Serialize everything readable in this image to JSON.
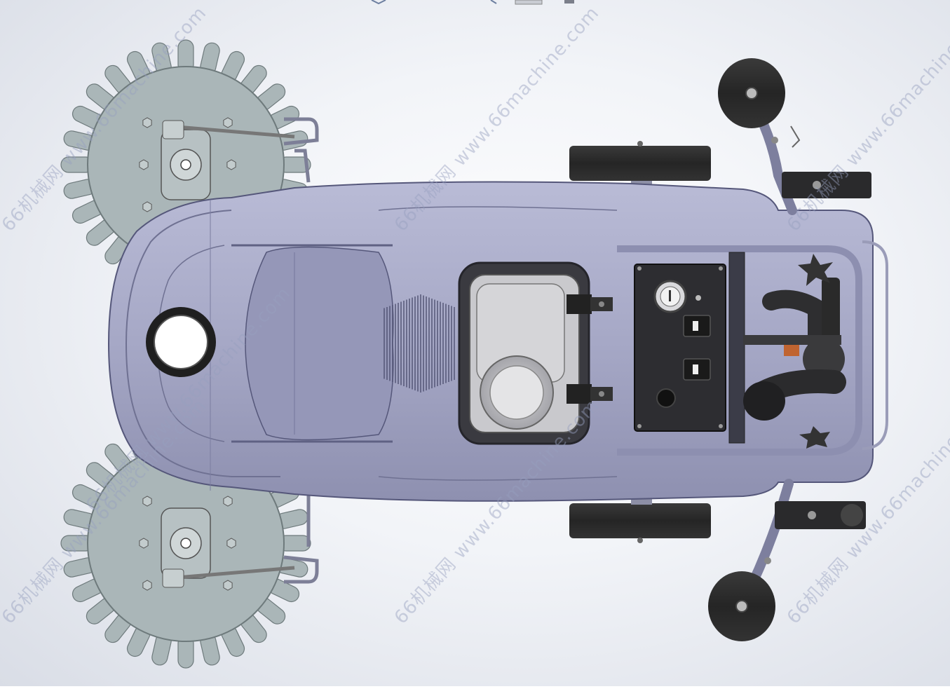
{
  "image": {
    "subject": "Top view CAD rendering of a floor scrubber sweeper machine",
    "colors": {
      "body": "#a7a9c6",
      "body_dark": "#6f7192",
      "brush": "#aab6b8",
      "wheel": "#2b2b2b",
      "panel": "#2a2a2e"
    },
    "watermarks": [
      "66机械网 www.66machine.com",
      "66机械网 www.66machine.com",
      "66机械网 www.66machine.com",
      "66机械网 www.66machine.com",
      "66机械网 www.66machine.com",
      "66机械网 www.66machine.com",
      "66机械网 www.66machine.com"
    ]
  }
}
